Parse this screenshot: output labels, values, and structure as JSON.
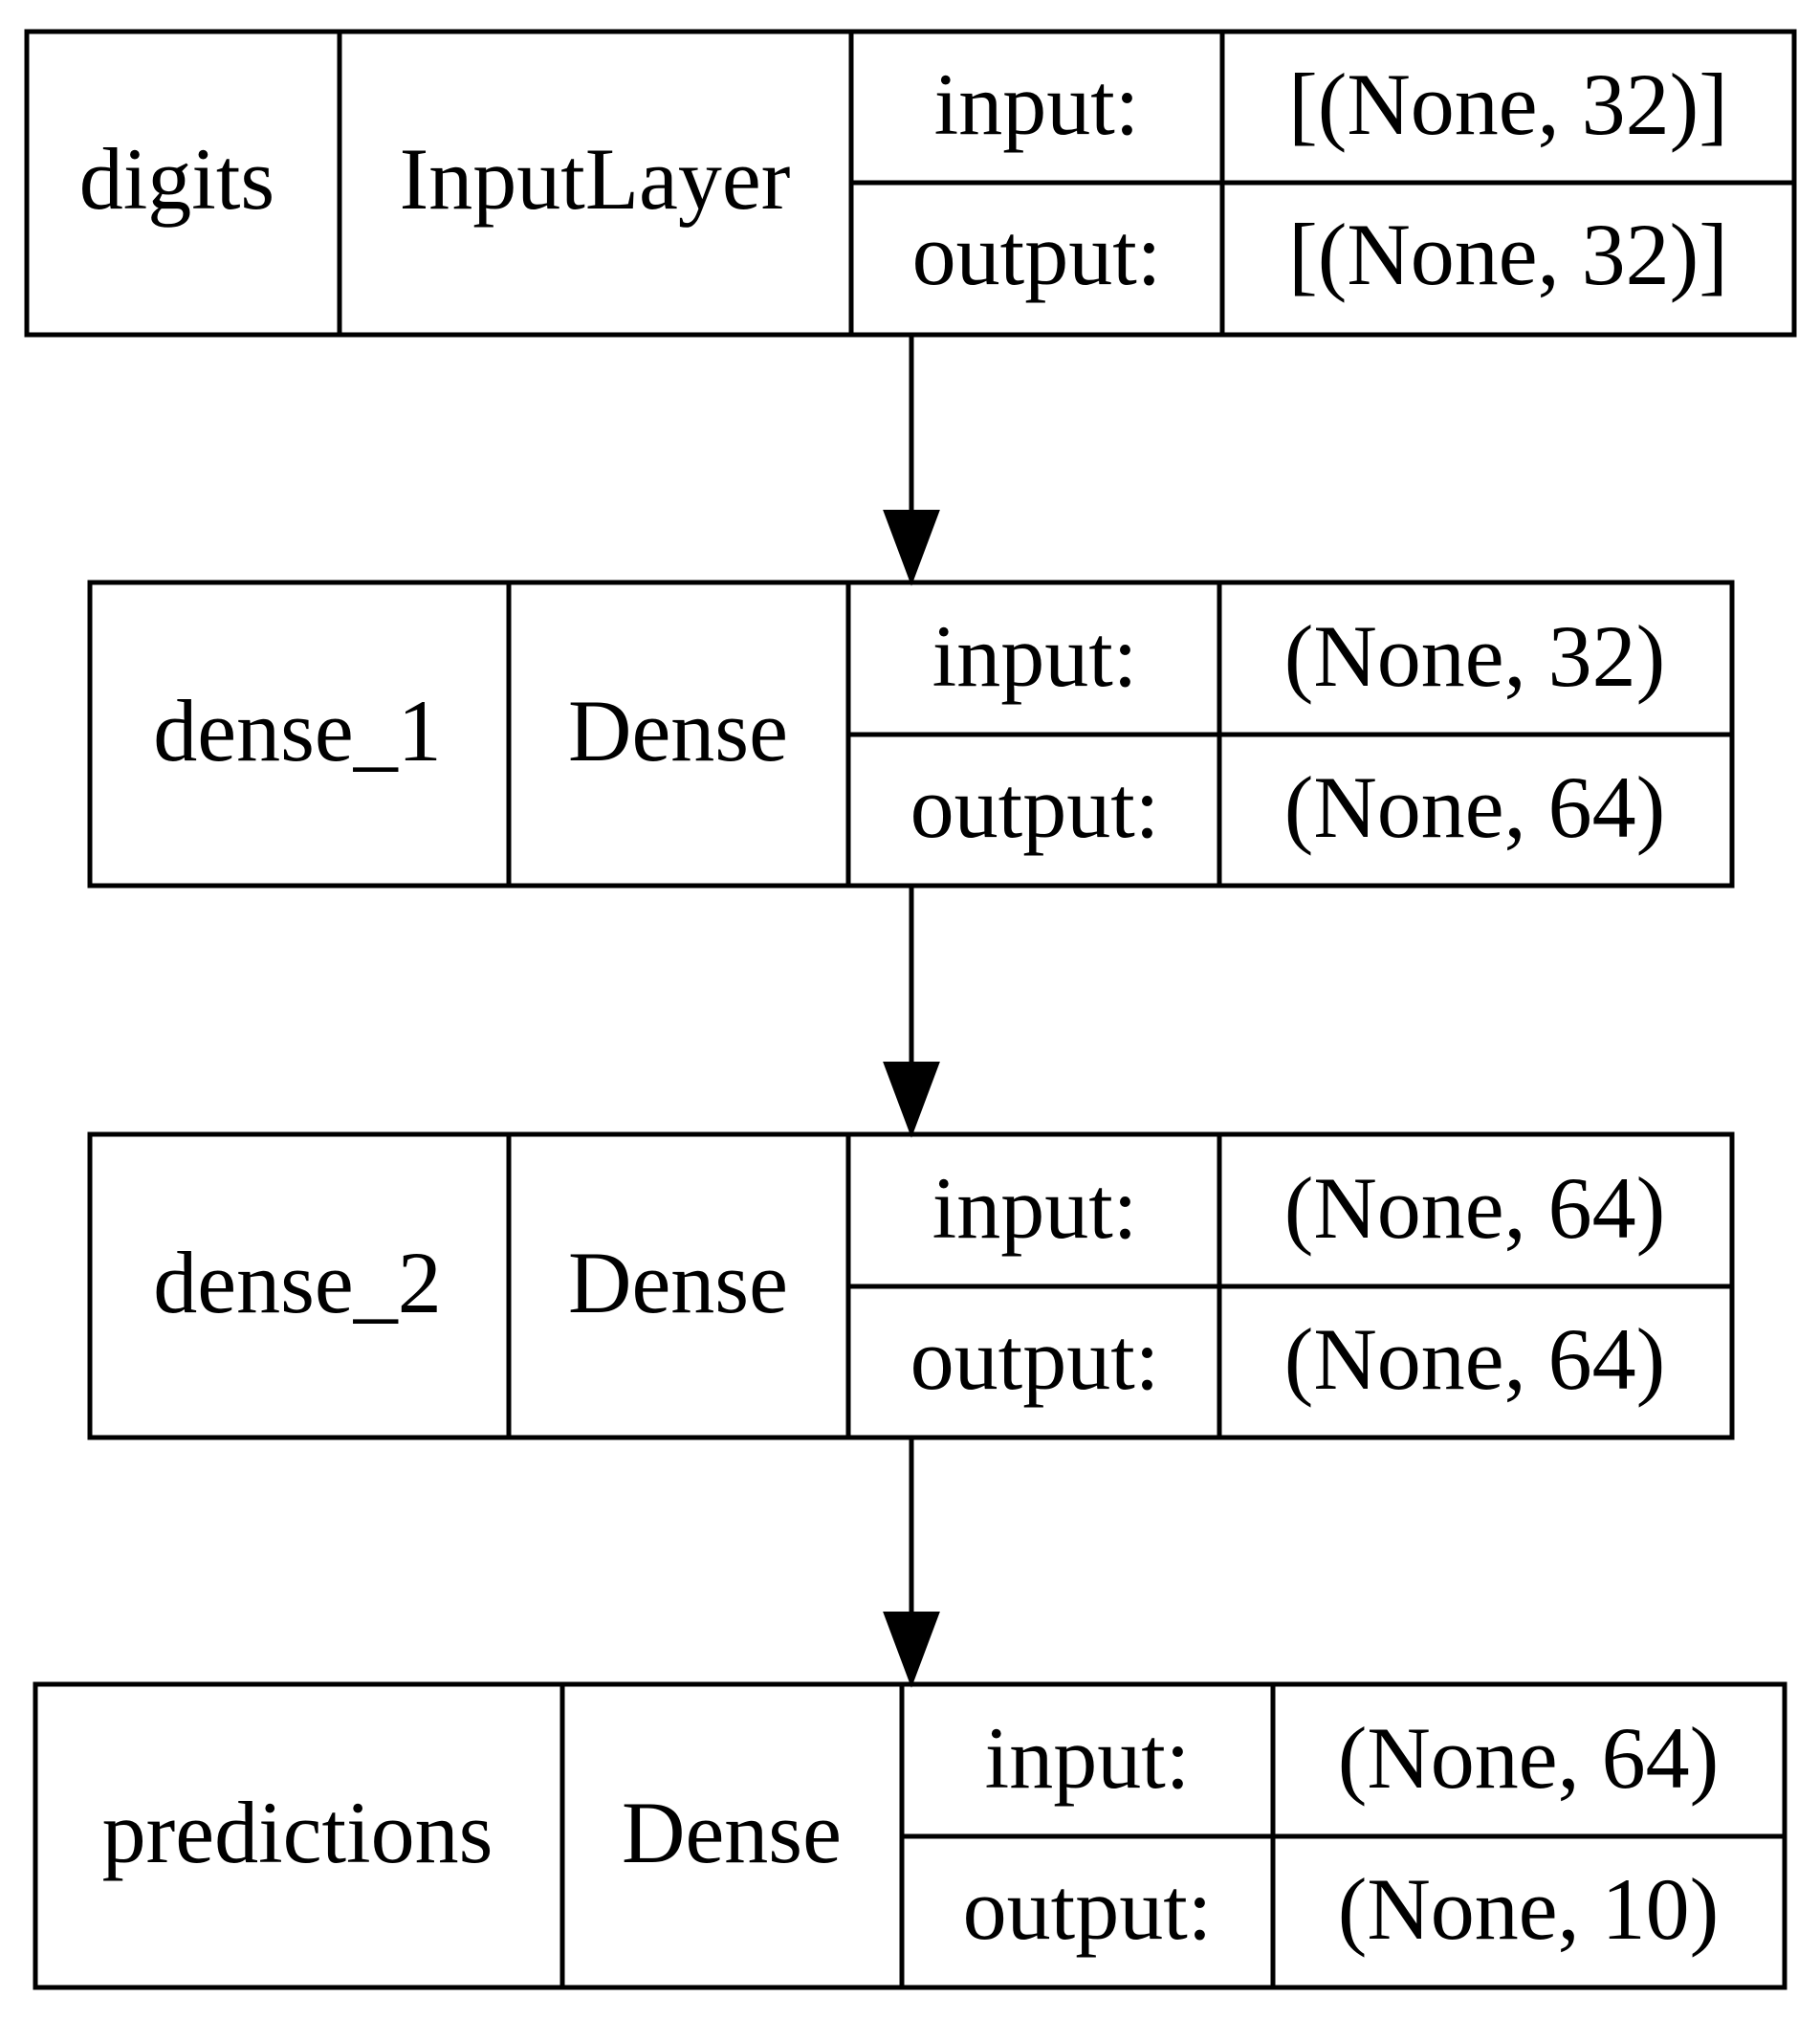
{
  "layers": [
    {
      "name": "digits",
      "type": "InputLayer",
      "input_label": "input:",
      "input_shape": "[(None, 32)]",
      "output_label": "output:",
      "output_shape": "[(None, 32)]"
    },
    {
      "name": "dense_1",
      "type": "Dense",
      "input_label": "input:",
      "input_shape": "(None, 32)",
      "output_label": "output:",
      "output_shape": "(None, 64)"
    },
    {
      "name": "dense_2",
      "type": "Dense",
      "input_label": "input:",
      "input_shape": "(None, 64)",
      "output_label": "output:",
      "output_shape": "(None, 64)"
    },
    {
      "name": "predictions",
      "type": "Dense",
      "input_label": "input:",
      "input_shape": "(None, 64)",
      "output_label": "output:",
      "output_shape": "(None, 10)"
    }
  ],
  "edges": [
    {
      "from": "digits",
      "to": "dense_1"
    },
    {
      "from": "dense_1",
      "to": "dense_2"
    },
    {
      "from": "dense_2",
      "to": "predictions"
    }
  ]
}
